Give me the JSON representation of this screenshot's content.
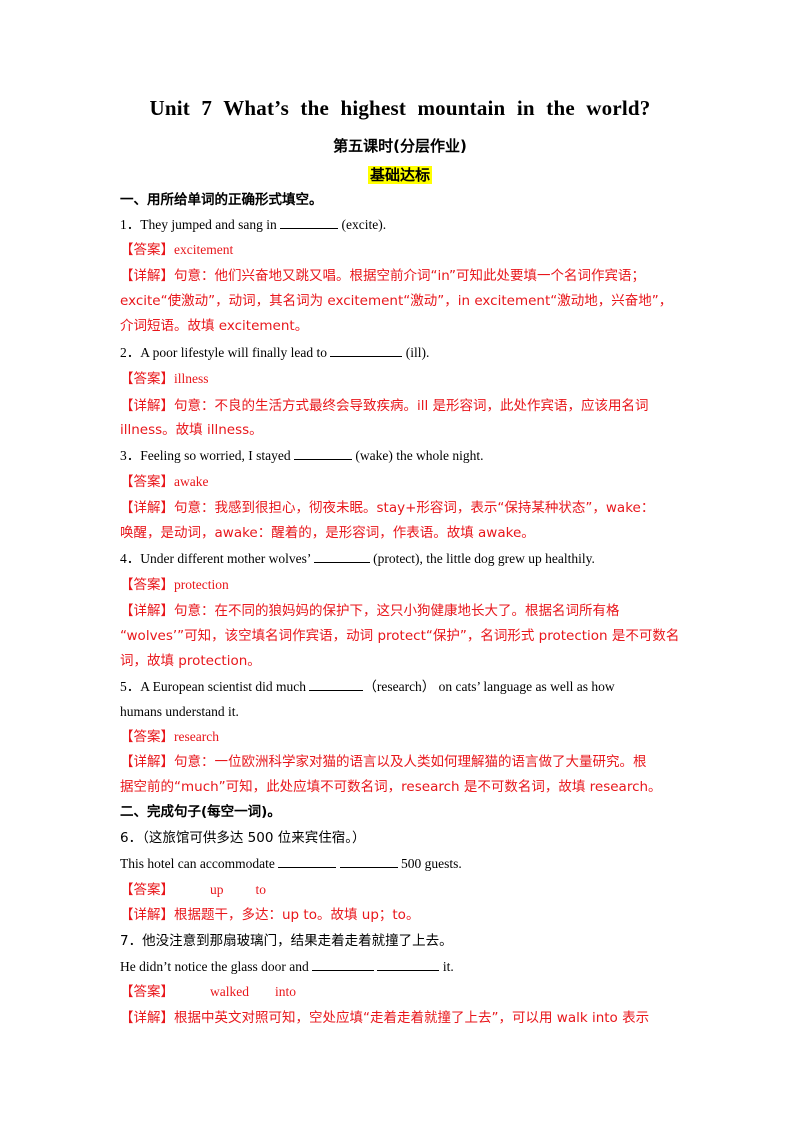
{
  "title": "Unit 7 What’s the highest mountain in the world?",
  "subtitle": "第五课时(分层作业)",
  "level_label": "基础达标",
  "section1": {
    "heading": "一、用所给单词的正确形式填空。"
  },
  "q1": {
    "num": "1．",
    "a": "They jumped and sang in",
    "b": "(excite).",
    "answer_tag": "【答案】",
    "answer": "excitement",
    "detail_tag": "【详解】",
    "detail_1": "句意：他们兴奋地又跳又唱。根据空前介词“in”可知此处要填一个名词作宾语；",
    "detail_2": "excite“使激动”，动词，其名词为 excitement“激动”，in excitement“激动地，兴奋地”，",
    "detail_3": "介词短语。故填 excitement。"
  },
  "q2": {
    "num": "2．",
    "a": "A poor lifestyle will finally lead to",
    "b": "(ill).",
    "answer_tag": "【答案】",
    "answer": "illness",
    "detail_tag": "【详解】",
    "detail_1": "句意：不良的生活方式最终会导致疾病。ill 是形容词，此处作宾语，应该用名词",
    "detail_2": "illness。故填 illness。"
  },
  "q3": {
    "num": "3．",
    "a": "Feeling so worried, I stayed",
    "b": "(wake) the whole night.",
    "answer_tag": "【答案】",
    "answer": "awake",
    "detail_tag": "【详解】",
    "detail_1": "句意：我感到很担心，彻夜未眠。stay+形容词，表示“保持某种状态”，wake：",
    "detail_2": "唤醒，是动词，awake：醒着的，是形容词，作表语。故填 awake。"
  },
  "q4": {
    "num": "4．",
    "a": "Under different mother wolves’",
    "b": "(protect), the little dog grew up healthily.",
    "answer_tag": "【答案】",
    "answer": "protection",
    "detail_tag": "【详解】",
    "detail_1": "句意：在不同的狼妈妈的保护下，这只小狗健康地长大了。根据名词所有格",
    "detail_2": "“wolves’”可知，该空填名词作宾语，动词 protect“保护”，名词形式 protection 是不可数名",
    "detail_3": "词，故填 protection。"
  },
  "q5": {
    "num": "5．",
    "a": "A European scientist did much",
    "b": "（research） on cats’ language as well as how",
    "c": "humans understand it.",
    "answer_tag": "【答案】",
    "answer": "research",
    "detail_tag": "【详解】",
    "detail_1": "句意：一位欧洲科学家对猫的语言以及人类如何理解猫的语言做了大量研究。根",
    "detail_2": "据空前的“much”可知，此处应填不可数名词，research 是不可数名词，故填 research。"
  },
  "section2": {
    "heading": "二、完成句子(每空一词)。"
  },
  "q6": {
    "num": "6．",
    "prompt": "（这旅馆可供多达 500 位来宾住宿。）",
    "a": "This hotel can accommodate",
    "b": "500 guests.",
    "answer_tag": "【答案】",
    "answer_1": "up",
    "answer_2": "to",
    "detail_tag": "【详解】",
    "detail_1": "根据题干，多达：up to。故填 up；to。"
  },
  "q7": {
    "num": "7．",
    "prompt": "他没注意到那扇玻璃门，结果走着走着就撞了上去。",
    "a": "He didn’t notice the glass door and",
    "b": "it.",
    "answer_tag": "【答案】",
    "answer_1": "walked",
    "answer_2": "into",
    "detail_tag": "【详解】",
    "detail_1": "根据中英文对照可知，空处应填“走着走着就撞了上去”，可以用 walk into 表示"
  }
}
